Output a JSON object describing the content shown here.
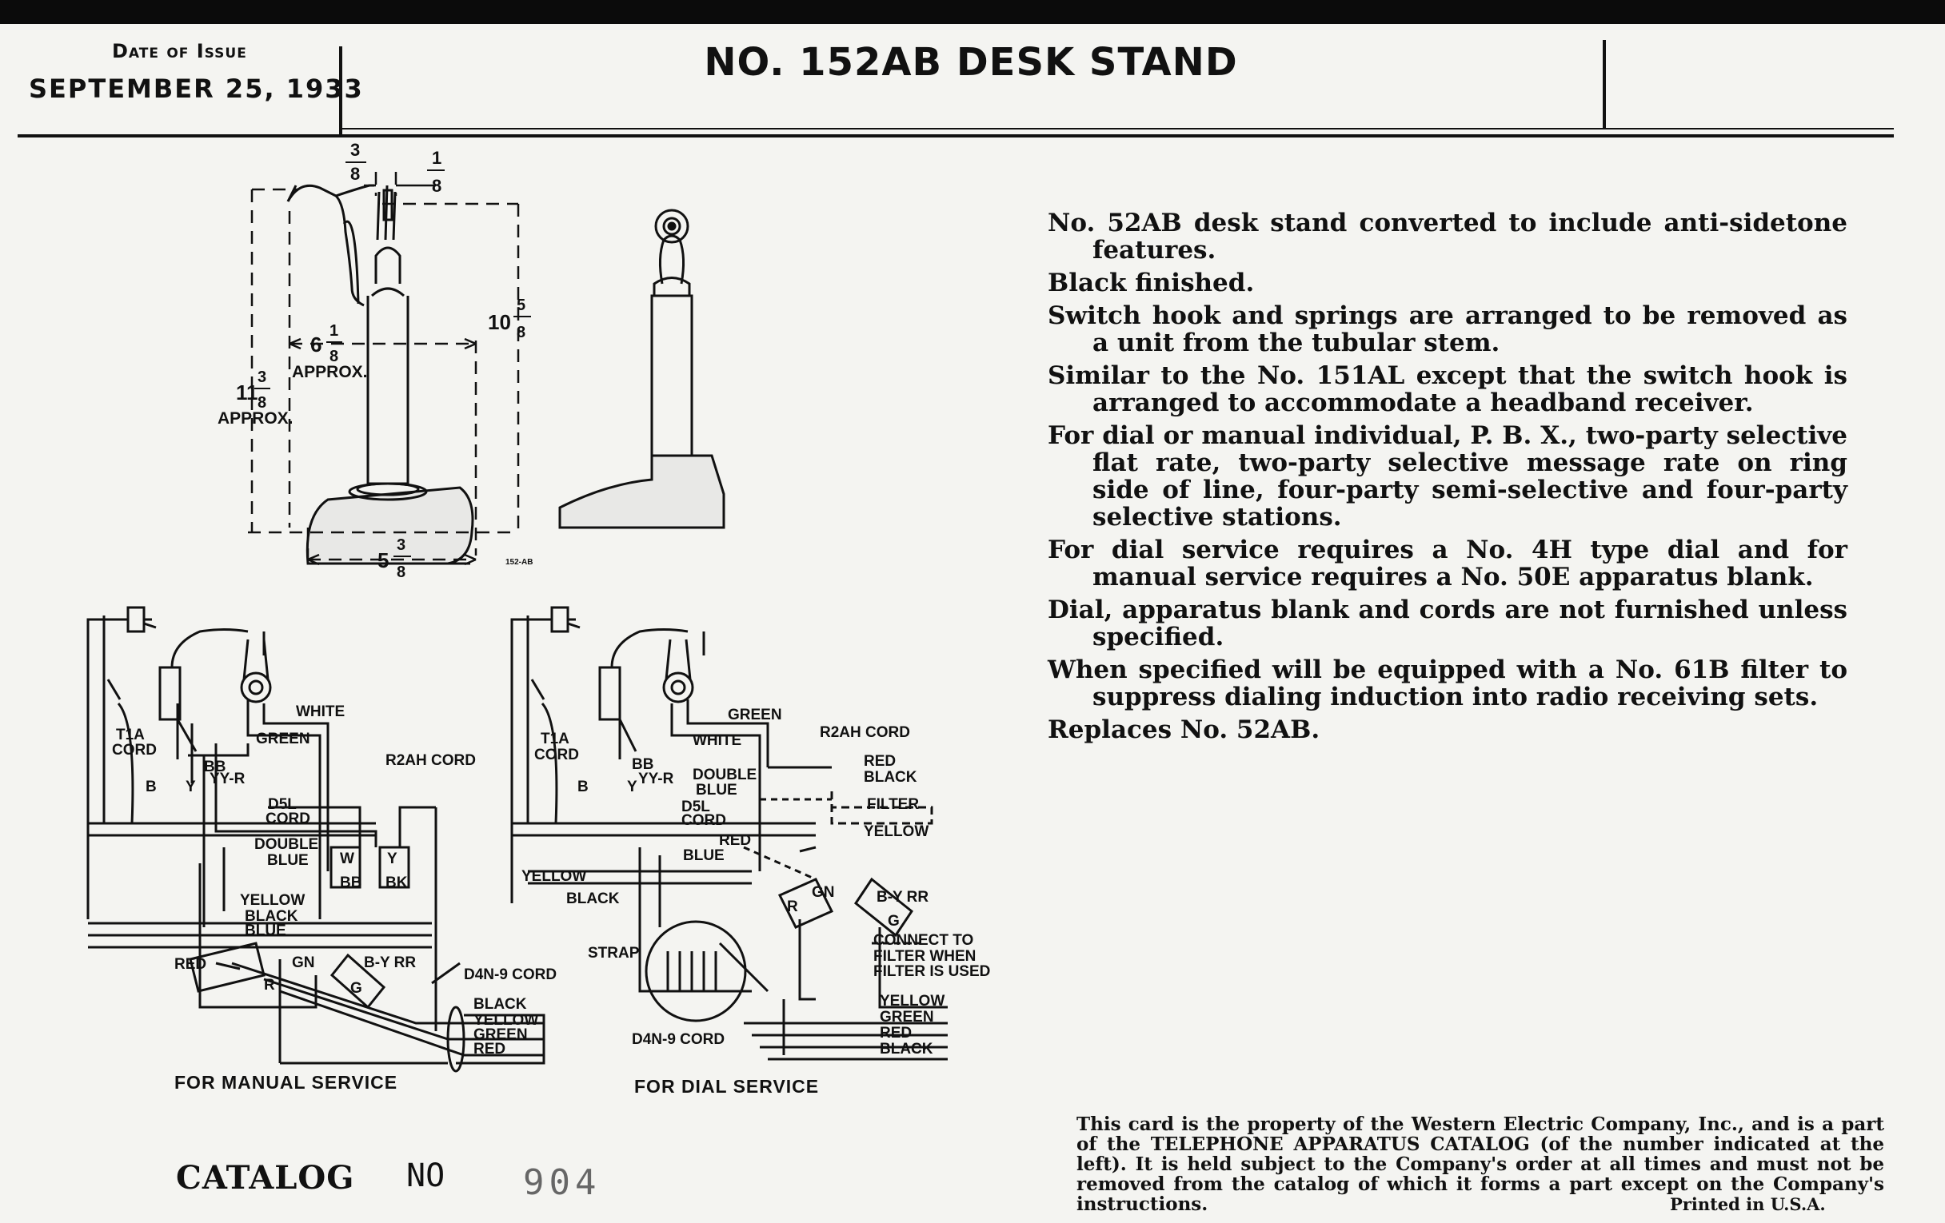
{
  "header": {
    "date_label": "Date of Issue",
    "date": "SEPTEMBER 25, 1933",
    "title": "NO. 152AB DESK STAND"
  },
  "figures": {
    "dimensions": {
      "top_width_num": "3",
      "top_width_den": "8",
      "top_offset_num": "1",
      "top_offset_den": "8",
      "depth_whole": "6",
      "depth_num": "1",
      "depth_den": "8",
      "depth_note": "APPROX.",
      "overall_height_whole": "11",
      "overall_height_num": "3",
      "overall_height_den": "8",
      "overall_height_note": "APPROX.",
      "stem_height_whole": "10",
      "stem_height_num": "5",
      "stem_height_den": "8",
      "base_width_whole": "5",
      "base_width_num": "3",
      "base_width_den": "8",
      "drawing_code": "152-AB"
    },
    "manual": {
      "caption": "FOR MANUAL SERVICE",
      "labels": [
        "T1A",
        "CORD",
        "WHITE",
        "GREEN",
        "BB",
        "YY-R",
        "R2AH CORD",
        "D5L",
        "CORD",
        "DOUBLE",
        "BLUE",
        "W",
        "Y",
        "BB",
        "BK",
        "YELLOW",
        "BLACK",
        "BLUE",
        "RED",
        "D4N-9 CORD",
        "BLACK",
        "YELLOW",
        "GREEN",
        "RED",
        "B",
        "Y",
        "R",
        "GN",
        "B-Y RR",
        "G"
      ]
    },
    "dial": {
      "caption": "FOR DIAL SERVICE",
      "labels": [
        "T1A",
        "CORD",
        "GREEN",
        "WHITE",
        "BB",
        "YY-R",
        "R2AH CORD",
        "DOUBLE",
        "BLUE",
        "D5L",
        "CORD",
        "RED",
        "BLUE",
        "RED",
        "BLACK",
        "FILTER",
        "YELLOW",
        "YELLOW",
        "BLACK",
        "STRAP",
        "CONNECT TO",
        "FILTER WHEN",
        "FILTER IS USED",
        "YELLOW",
        "GREEN",
        "RED",
        "BLACK",
        "D4N-9 CORD",
        "B",
        "Y",
        "R",
        "GN",
        "B-Y RR",
        "G"
      ]
    }
  },
  "description": [
    "No. 52AB desk stand converted to include anti-sidetone features.",
    "Black finished.",
    "Switch hook and springs are arranged to be removed as a unit from the tubular stem.",
    "Similar to the No. 151AL except that the switch hook is arranged to accommodate a headband receiver.",
    "For dial or manual individual, P. B. X., two-party selective flat rate, two-party selective message rate on ring side of line, four-party semi-selective and four-party selective stations.",
    "For dial service requires a No. 4H type dial and for manual service requires a No. 50E apparatus blank.",
    "Dial, apparatus blank and cords are not furnished unless specified.",
    "When specified will be equipped with a No. 61B filter to suppress dialing induction into radio receiving sets.",
    "Replaces No. 52AB."
  ],
  "catalog": {
    "label": "CATALOG",
    "no_label": "NO",
    "number": "904"
  },
  "footer": {
    "notice": "This card is the property of the Western Electric Company, Inc., and is a part of the TELEPHONE APPARATUS CATALOG (of the number indicated at the left). It is held subject to the Company's order at all times and must not be removed from the catalog of which it forms a part except on the Company's instructions.",
    "printed": "Printed in U.S.A."
  }
}
